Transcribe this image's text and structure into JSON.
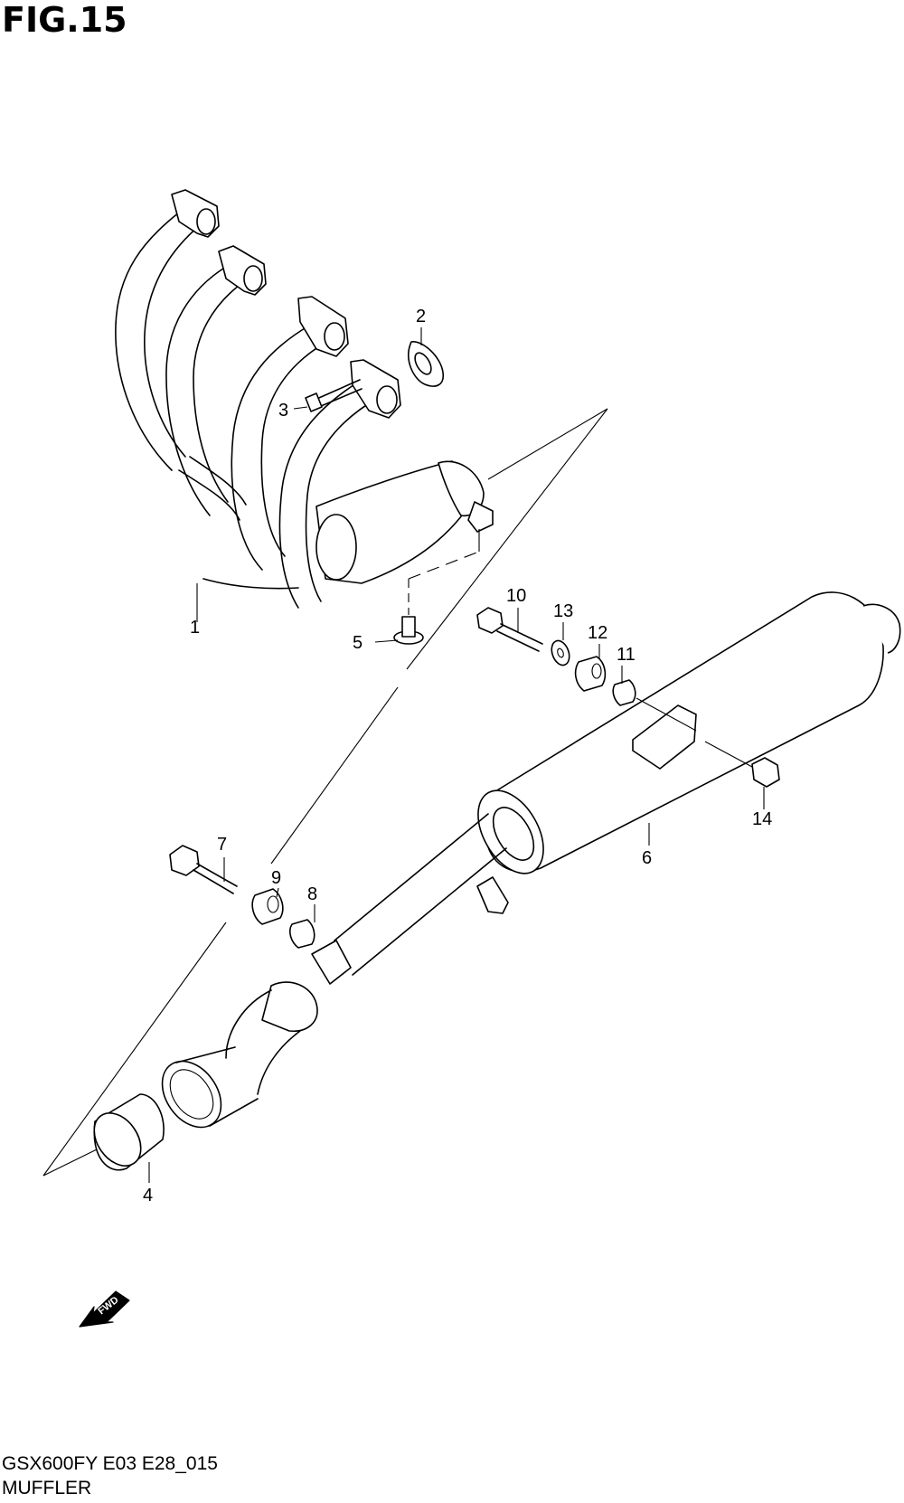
{
  "figure": {
    "title": "FIG.15",
    "code": "GSX600FY E03 E28_015",
    "name": "MUFFLER"
  },
  "callouts": [
    {
      "id": "1",
      "label": "1"
    },
    {
      "id": "2",
      "label": "2"
    },
    {
      "id": "3",
      "label": "3"
    },
    {
      "id": "4",
      "label": "4"
    },
    {
      "id": "5",
      "label": "5"
    },
    {
      "id": "6",
      "label": "6"
    },
    {
      "id": "7",
      "label": "7"
    },
    {
      "id": "8",
      "label": "8"
    },
    {
      "id": "9",
      "label": "9"
    },
    {
      "id": "10",
      "label": "10"
    },
    {
      "id": "11",
      "label": "11"
    },
    {
      "id": "12",
      "label": "12"
    },
    {
      "id": "13",
      "label": "13"
    },
    {
      "id": "14",
      "label": "14"
    }
  ],
  "fwd_badge": {
    "label": "FWD"
  }
}
